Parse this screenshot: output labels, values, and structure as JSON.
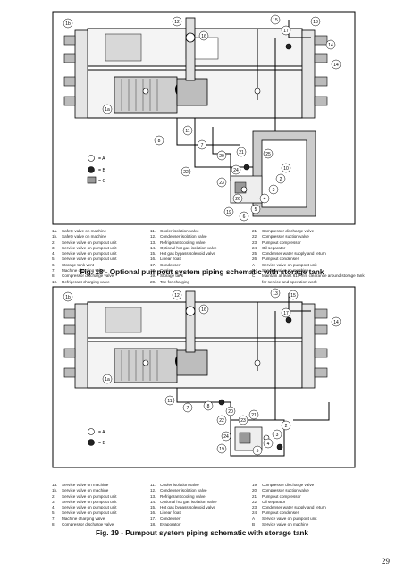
{
  "figure1": {
    "caption": "Fig. 18 - Optional pumpout system piping schematic with storage tank",
    "key": [
      {
        "symbol": "valve-open",
        "label": "= A"
      },
      {
        "symbol": "valve-closed",
        "label": "= B"
      },
      {
        "symbol": "shaded-box",
        "label": "= C"
      }
    ],
    "legend_col1": [
      {
        "num": "1a.",
        "text": "Safety valve on machine"
      },
      {
        "num": "1b.",
        "text": "Safety valve on machine"
      },
      {
        "num": "2.",
        "text": "Service valve on pumpout unit"
      },
      {
        "num": "3.",
        "text": "Service valve on pumpout unit"
      },
      {
        "num": "4.",
        "text": "Service valve on pumpout unit"
      },
      {
        "num": "5.",
        "text": "Service valve on pumpout unit"
      },
      {
        "num": "6.",
        "text": "Storage tank vent"
      },
      {
        "num": "7.",
        "text": "Machine charging valve"
      },
      {
        "num": "8.",
        "text": "Compressor discharge valve"
      },
      {
        "num": "10.",
        "text": "Refrigerant charging valve"
      }
    ],
    "legend_col2": [
      {
        "num": "11.",
        "text": "Cooler isolation valve"
      },
      {
        "num": "12.",
        "text": "Condenser isolation valve"
      },
      {
        "num": "13.",
        "text": "Refrigerant cooling valve"
      },
      {
        "num": "14.",
        "text": "Optional hot gas isolation valve"
      },
      {
        "num": "15.",
        "text": "Hot gas bypass solenoid valve"
      },
      {
        "num": "16.",
        "text": "Linear float"
      },
      {
        "num": "17.",
        "text": "Condenser"
      },
      {
        "num": "18.",
        "text": "Cooler"
      },
      {
        "num": "19.",
        "text": "Storage tank"
      },
      {
        "num": "20.",
        "text": "Tee for charging"
      }
    ],
    "legend_col3": [
      {
        "num": "21.",
        "text": "Compressor discharge valve"
      },
      {
        "num": "22.",
        "text": "Compressor suction valve"
      },
      {
        "num": "23.",
        "text": "Pumpout compressor"
      },
      {
        "num": "24.",
        "text": "Oil separator"
      },
      {
        "num": "25.",
        "text": "Condenser water supply and return"
      },
      {
        "num": "26.",
        "text": "Pumpout condenser"
      },
      {
        "num": "A",
        "text": "Service valve on pumpout unit"
      },
      {
        "num": "B",
        "text": "Service valve on machine"
      },
      {
        "num": "C",
        "text": "Maintain at least 610 mm clearance around storage tank"
      },
      {
        "num": "",
        "text": "for service and operation work"
      }
    ]
  },
  "figure2": {
    "caption": "Fig. 19 - Pumpout system piping schematic with storage tank",
    "key": [
      {
        "symbol": "valve-open",
        "label": "= A"
      },
      {
        "symbol": "valve-closed",
        "label": "= B"
      }
    ],
    "legend_col1": [
      {
        "num": "1a.",
        "text": "Service valve on machine"
      },
      {
        "num": "1b.",
        "text": "Service valve on machine"
      },
      {
        "num": "2.",
        "text": "Service valve on pumpout unit"
      },
      {
        "num": "3.",
        "text": "Service valve on pumpout unit"
      },
      {
        "num": "4.",
        "text": "Service valve on pumpout unit"
      },
      {
        "num": "5.",
        "text": "Service valve on pumpout unit"
      },
      {
        "num": "7.",
        "text": "Machine charging valve"
      },
      {
        "num": "8.",
        "text": "Compressor discharge valve"
      }
    ],
    "legend_col2": [
      {
        "num": "11.",
        "text": "Cooler isolation valve"
      },
      {
        "num": "12.",
        "text": "Condenser isolation valve"
      },
      {
        "num": "13.",
        "text": "Refrigerant cooling valve"
      },
      {
        "num": "14.",
        "text": "Optional hot gas isolation valve"
      },
      {
        "num": "15.",
        "text": "Hot gas bypass solenoid valve"
      },
      {
        "num": "16.",
        "text": "Linear float"
      },
      {
        "num": "17.",
        "text": "Condenser"
      },
      {
        "num": "18.",
        "text": "Evaporator"
      }
    ],
    "legend_col3": [
      {
        "num": "19.",
        "text": "Compressor discharge valve"
      },
      {
        "num": "20.",
        "text": "Compressor suction valve"
      },
      {
        "num": "21.",
        "text": "Pumpout compressor"
      },
      {
        "num": "22.",
        "text": "Oil separator"
      },
      {
        "num": "23.",
        "text": "Condenser water supply and return"
      },
      {
        "num": "24.",
        "text": "Pumpout condenser"
      },
      {
        "num": "A",
        "text": "Service valve on pumpout unit"
      },
      {
        "num": "B",
        "text": "Service valve on machine"
      }
    ]
  },
  "callouts_fig1": [
    "1b",
    "12",
    "16",
    "15",
    "13",
    "17",
    "14",
    "14",
    "1a",
    "11",
    "8",
    "7",
    "22",
    "20",
    "21",
    "25",
    "24",
    "23",
    "26",
    "19",
    "6",
    "5",
    "4",
    "3",
    "2",
    "10"
  ],
  "callouts_fig2": [
    "1b",
    "12",
    "16",
    "13",
    "15",
    "14",
    "17",
    "1a",
    "11",
    "7",
    "8",
    "20",
    "21",
    "23",
    "22",
    "24",
    "19",
    "5",
    "4",
    "3",
    "2"
  ],
  "page_number": "29"
}
